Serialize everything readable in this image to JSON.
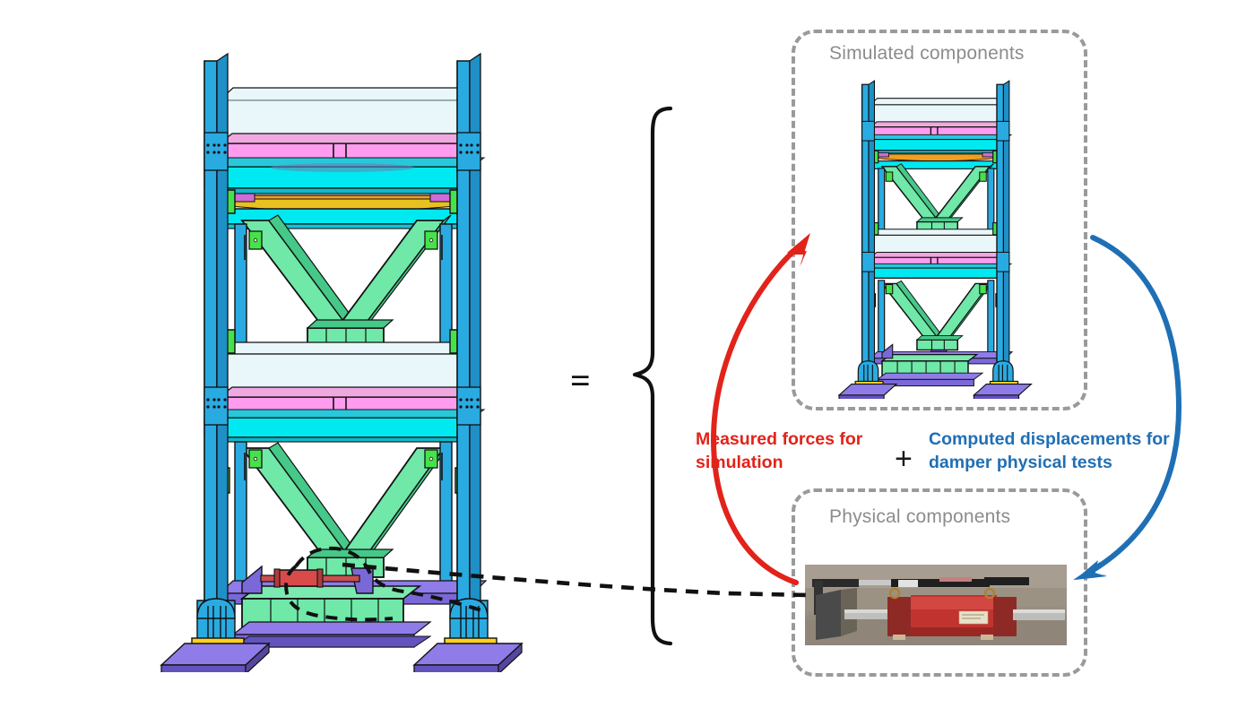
{
  "figure": {
    "type": "hybrid-simulation-schematic",
    "title_visible": false,
    "background": "#ffffff"
  },
  "equation": {
    "equals_symbol": "=",
    "plus_symbol": "+",
    "brace_symbol": "{"
  },
  "boxes": [
    {
      "id": "simulated",
      "label": "Simulated components",
      "label_color": "#8c8c8c",
      "border_color": "#9a9a9a",
      "border_style": "dashed",
      "contents": "two-story braced steel frame CAD model"
    },
    {
      "id": "physical",
      "label": "Physical components",
      "label_color": "#8c8c8c",
      "border_color": "#9a9a9a",
      "border_style": "dashed",
      "contents": "photograph of red hydraulic damper specimen"
    }
  ],
  "annotations": [
    {
      "id": "measured-forces",
      "text": "Measured forces for\nsimulation",
      "color": "#e2231a",
      "arrow": "red-curved-arrow-up-to-simulated-box"
    },
    {
      "id": "computed-displacements",
      "text": "Computed displacements for\ndamper physical tests",
      "color": "#1f6fb5",
      "arrow": "blue-curved-arrow-down-to-physical-box"
    }
  ],
  "callout_line": {
    "style": "dashed",
    "color": "#111111",
    "from": "damper-in-main-frame",
    "to": "physical-components-box"
  },
  "palette": {
    "column_blue": "#29ABE2",
    "column_blue_dark": "#1E90C7",
    "beam_cyan": "#00E9F0",
    "beam_magenta": "#FF9CEF",
    "brace_green": "#6FE8A8",
    "brace_green_dark": "#45C888",
    "base_purple": "#7B68D8",
    "base_purple_dark": "#6253BE",
    "plate_yellow": "#FFD21E",
    "slab_white": "#EAF7FA",
    "gusset_green": "#46E24A",
    "damper_red": "#D94A4A",
    "orange": "#F0A020",
    "outline": "#000000"
  },
  "main_model": {
    "name": "two-story-braced-frame",
    "stories": 2,
    "columns": 2,
    "brace_type": "inverted-V (chevron)",
    "damper_location": "ground-level-between-base-beam-and-chevron"
  },
  "damper_photo": {
    "description": "red hydraulic actuator/damper with steel piston rods on concrete floor",
    "body_color": "#B5332F",
    "rod_color": "#B9B9B6",
    "floor_color": "#9B9284"
  }
}
